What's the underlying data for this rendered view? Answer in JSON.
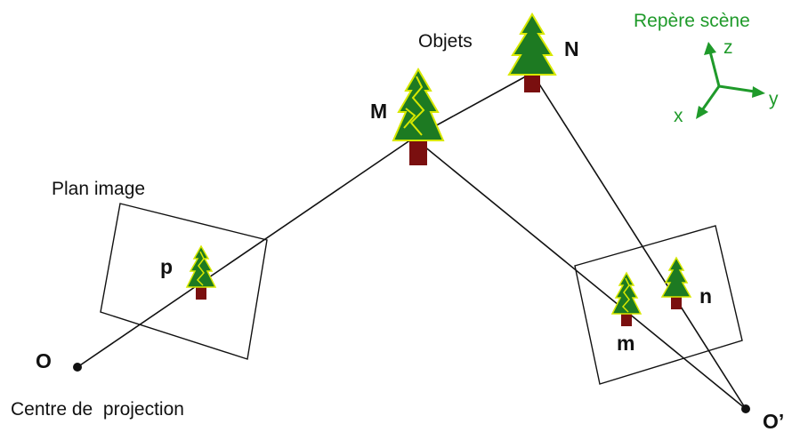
{
  "labels": {
    "objects": "Objets",
    "image_plane": "Plan image",
    "projection_center": "Centre de  projection",
    "scene_frame": "Repère scène",
    "point_M": "M",
    "point_N": "N",
    "point_p": "p",
    "point_m": "m",
    "point_n": "n",
    "point_O": "O",
    "point_O_prime": "O’"
  },
  "axes": {
    "z": "z",
    "x": "x",
    "y": "y"
  },
  "colors": {
    "axis_green": "#1f9a2a",
    "tree_green": "#1d7a22",
    "tree_outline": "#d8e800",
    "trunk": "#7a0f0f",
    "line": "#111111"
  },
  "icons": {
    "tree": "pine-tree-icon"
  }
}
